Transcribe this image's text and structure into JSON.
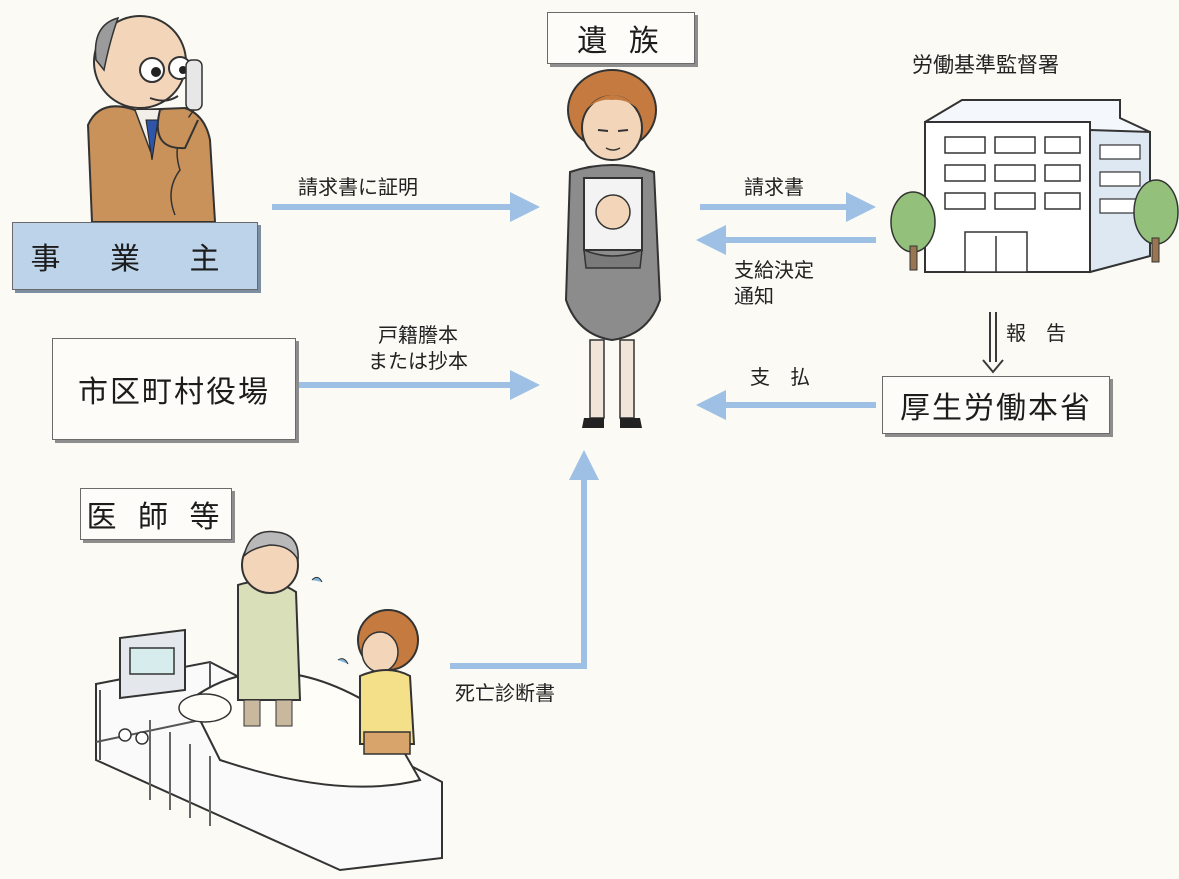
{
  "nodes": {
    "bereaved_family": "遺 族",
    "employer": "事 業 主",
    "municipal_office": "市区町村役場",
    "doctors": "医 師 等",
    "mhlw": "厚生労働本省",
    "labor_office": "労働基準監督署"
  },
  "edges": {
    "employer_to_family": "請求書に証明",
    "municipal_to_family_line1": "戸籍謄本",
    "municipal_to_family_line2": "または抄本",
    "doctor_to_family": "死亡診断書",
    "family_to_office": "請求書",
    "office_to_family_line1": "支給決定",
    "office_to_family_line2": "通知",
    "office_to_mhlw": "報　告",
    "mhlw_to_family": "支　払"
  },
  "colors": {
    "arrow": "#9ec0e4",
    "employer_box": "#bcd3ea",
    "report_arrow": "#3a3a3a"
  },
  "icons": [
    "employer-illustration",
    "bereaved-family-illustration",
    "labor-office-building-illustration",
    "doctor-bedside-illustration"
  ]
}
